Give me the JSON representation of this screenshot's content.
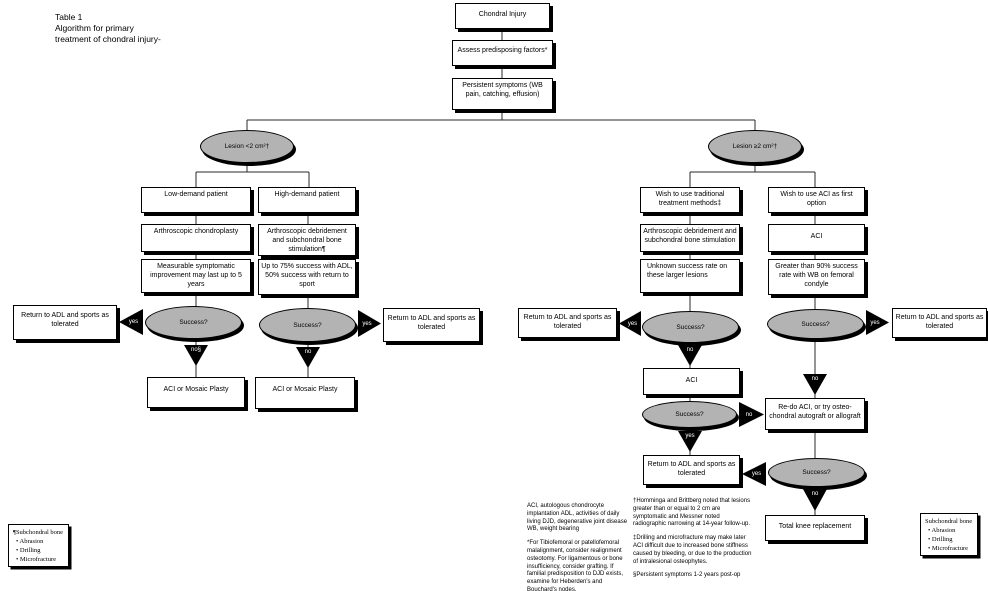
{
  "title": {
    "lines": [
      "Table 1",
      "Algorithm for primary",
      "treatment of chondral injury-"
    ]
  },
  "nodes": {
    "chondral_injury": "Chondral Injury",
    "assess_factors": "Assess predisposing factors*",
    "persistent_symptoms": "Persistent symptoms (WB pain, catching, effusion)",
    "lesion_lt2": "Lesion <2 cm²†",
    "lesion_ge2": "Lesion ≥2 cm²†",
    "low_demand": "Low-demand patient",
    "high_demand": "High-demand patient",
    "arthro_chondroplasty": "Arthroscopic chondroplasty",
    "arthro_debride_stim_marked": "Arthroscopic debridement and subchondral bone stimulation¶",
    "arthro_debride_stim": "Arthroscopic debridement and subchondral bone stimulation",
    "measurable_improvement": "Measurable symptomatic improvement may last up to 5 years",
    "success_75": "Up to 75% success with ADL, 50% success with return to sport",
    "wish_traditional": "Wish to use traditional treatment methods‡",
    "wish_aci_first": "Wish to use ACI as first option",
    "aci": "ACI",
    "unknown_success": "Unknown success rate on these larger lesions",
    "success_90": "Greater than 90% success rate with WB on femoral condyle",
    "success_q": "Success?",
    "return_adl": "Return to ADL and sports as tolerated",
    "aci_or_mosaic": "ACI or Mosaic Plasty",
    "redo_aci": "Re-do ACI, or try osteo-chondral autograft or allograft",
    "total_knee": "Total knee replacement"
  },
  "edge_labels": {
    "yes": "yes",
    "no": "no",
    "no_marked": "no§"
  },
  "legends": {
    "left": {
      "title": "¶Subchondral bone",
      "items": [
        "Abrasion",
        "Drilling",
        "Microfracture"
      ]
    },
    "right": {
      "title": "Subchondral bone",
      "items": [
        "Abrasion",
        "Drilling",
        "Microfracture"
      ]
    }
  },
  "footnotes": {
    "abbreviations": "ACI, autologous chondrocyte implantation ADL, activities of daily living DJD, degenerative joint disease WB, weight bearing",
    "asterisk": "*For Tibiofemoral or patellofemoral malalignment, consider realignment osteotomy. For ligamentous or bone insufficiency, consider grafting. If familial predisposition to DJD exists, examine for Heberden's and Bouchard's nodes.",
    "dagger": "†Homminga and Brittberg noted that lesions greater than or equal to 2 cm are symptomatic and Messner noted radiographic narrowing at 14-year follow-up.",
    "double_dagger": "‡Drilling and microfracture may make later ACI difficult due to increased bone stiffness caused by bleeding, or due to the production of intralesional osteophytes.",
    "section": "§Persistent symptoms 1-2 years post-op"
  },
  "colors": {
    "background": "#ffffff",
    "ellipse_fill": "#b3b3b3",
    "arrow_fill": "#000000",
    "box_border": "#000000",
    "connector": "#2a2a2a"
  }
}
